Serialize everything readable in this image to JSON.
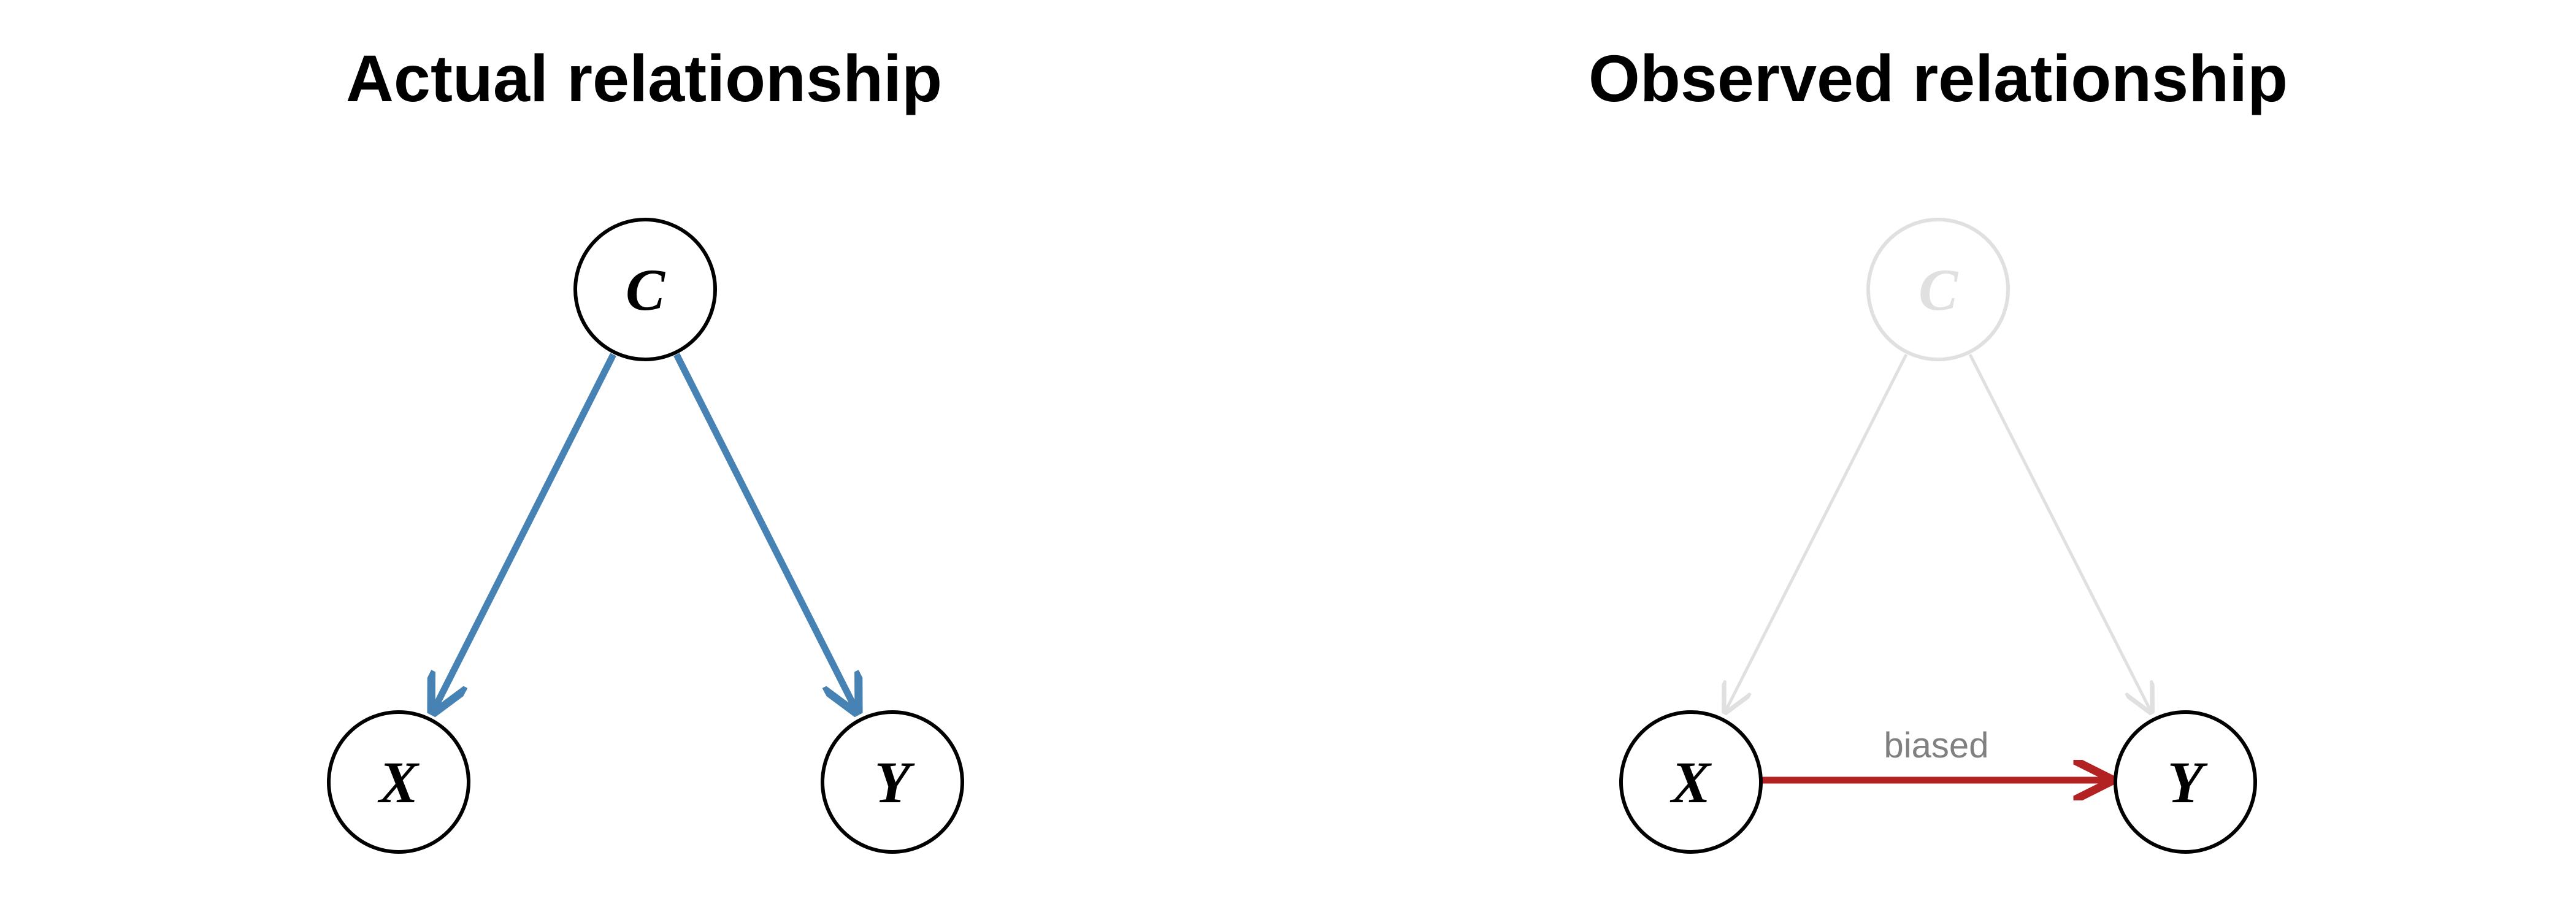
{
  "panels": {
    "actual": {
      "title": "Actual relationship",
      "nodes": {
        "c": "C",
        "x": "X",
        "y": "Y"
      },
      "edge_color": "#4682b4"
    },
    "observed": {
      "title": "Observed relationship",
      "nodes": {
        "c": "C",
        "x": "X",
        "y": "Y"
      },
      "faded_color": "#e0e0e0",
      "edge_color": "#b22222",
      "edge_label": "biased"
    }
  }
}
